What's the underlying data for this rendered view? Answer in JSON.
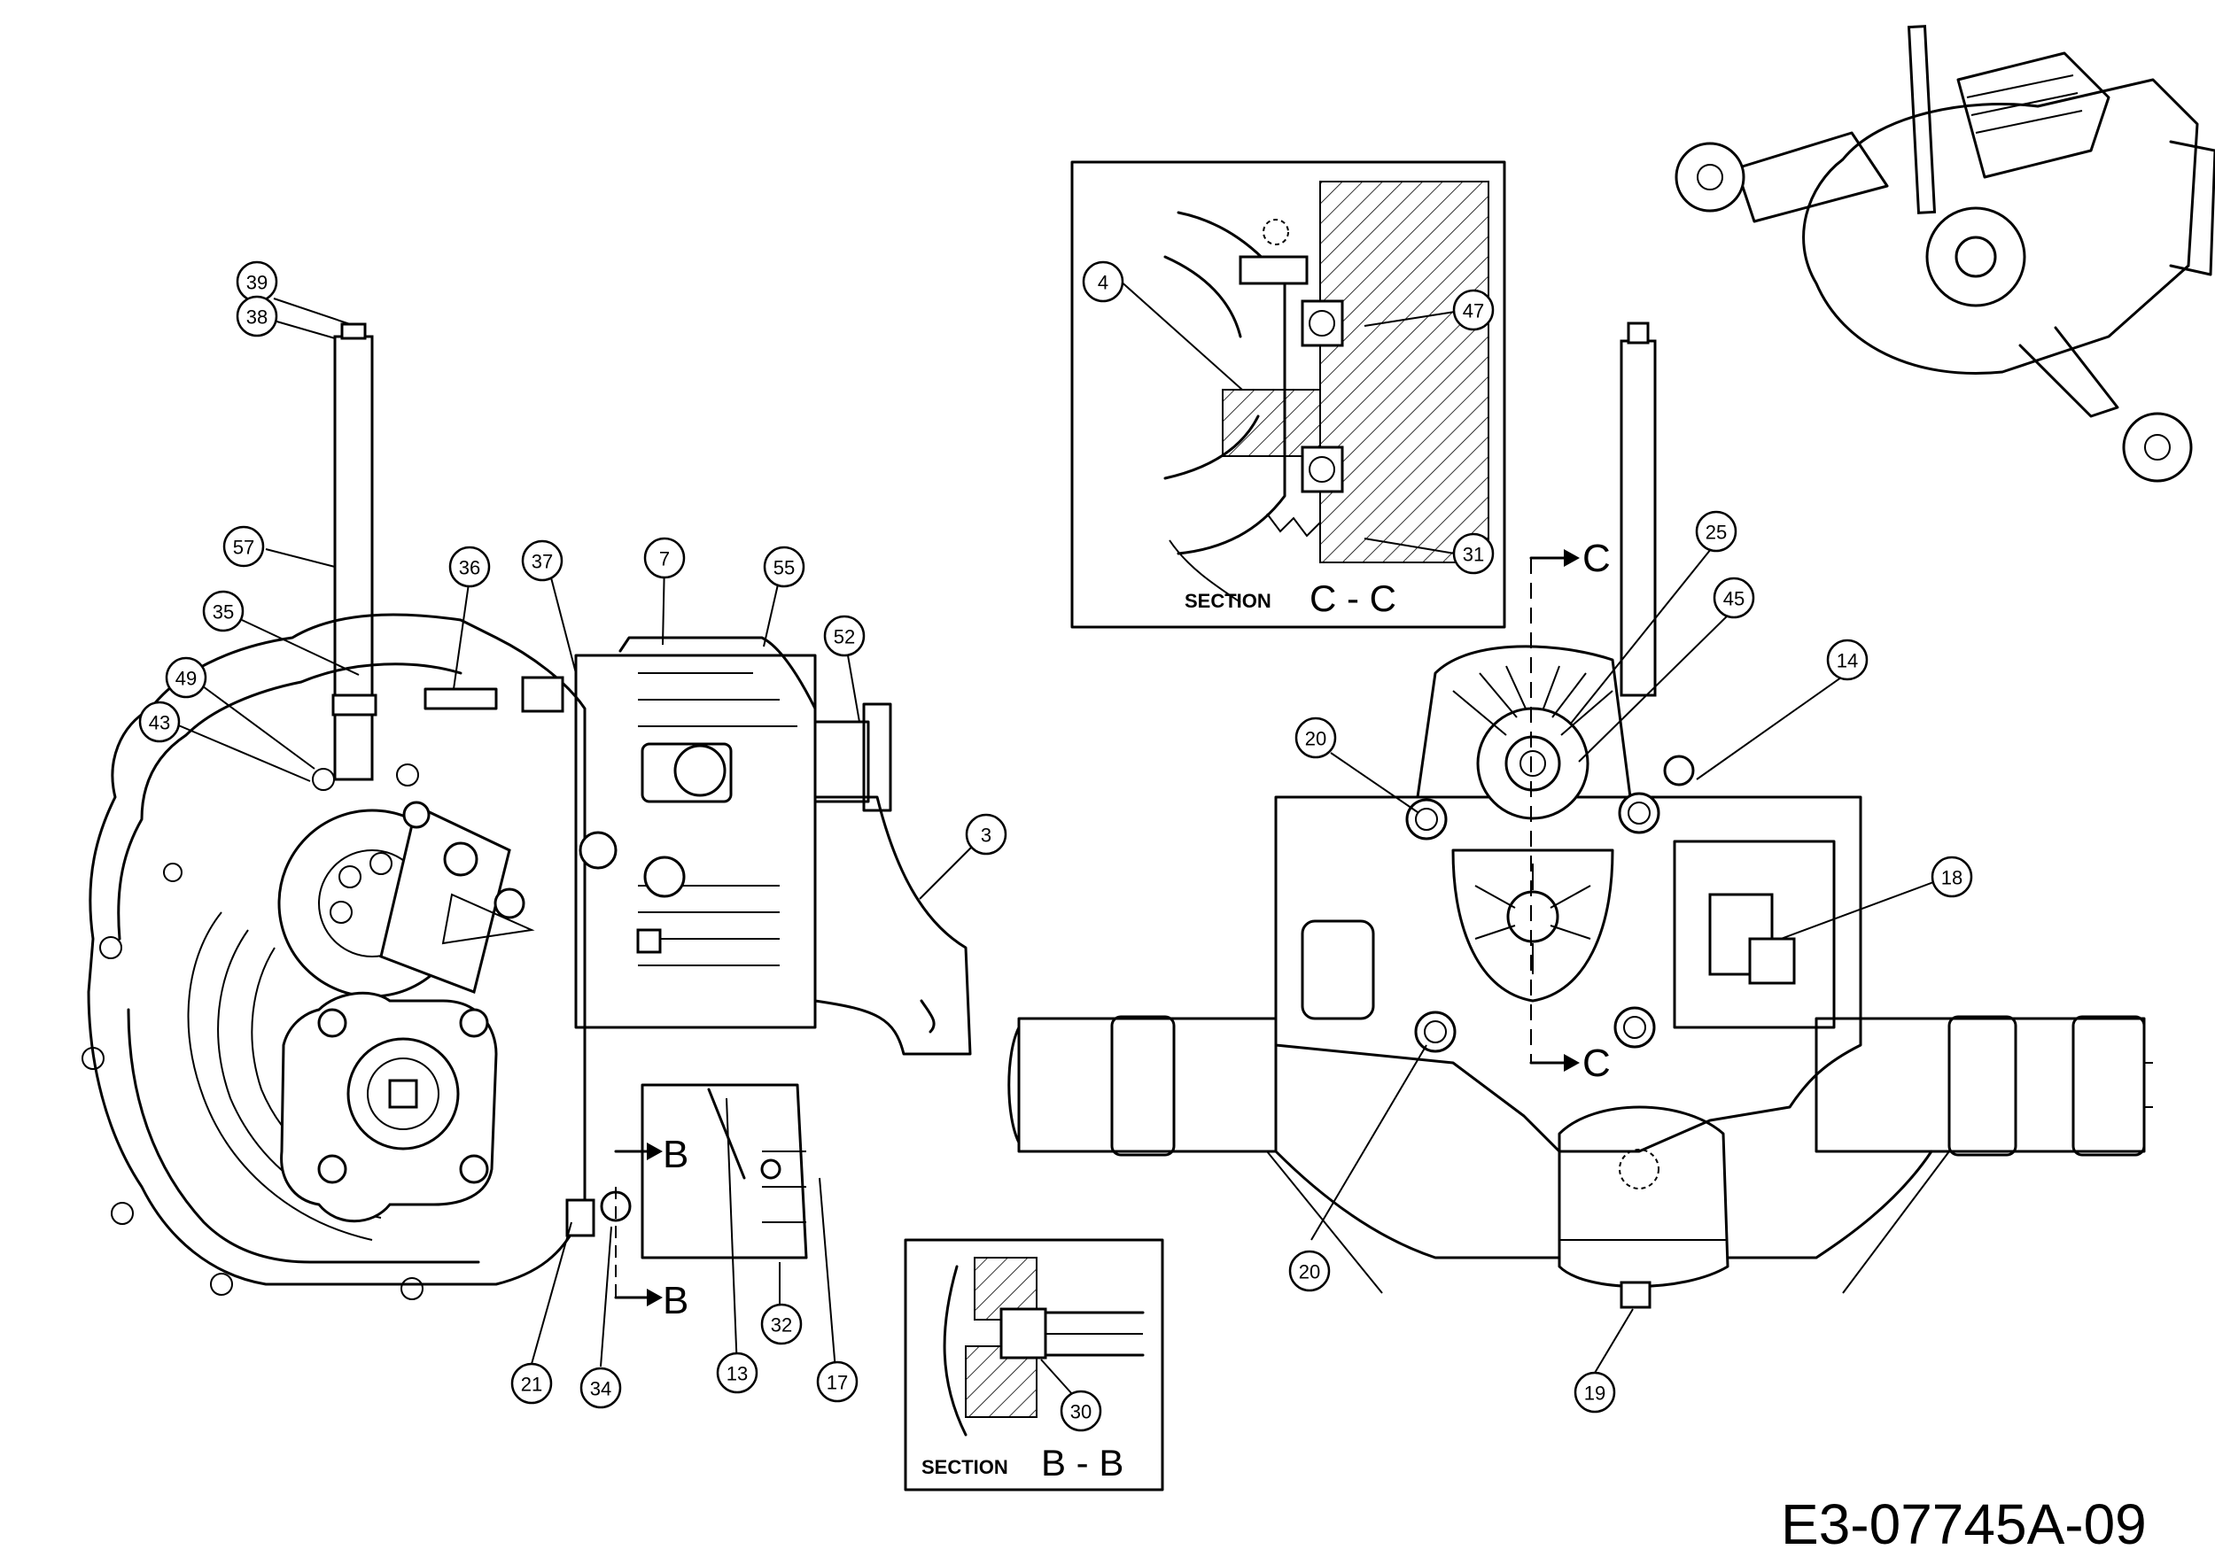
{
  "drawing_number": "E3-07745A-09",
  "section_cc": {
    "word": "SECTION",
    "label": "C - C"
  },
  "section_bb": {
    "word": "SECTION",
    "label": "B - B"
  },
  "cut_markers": {
    "b_top": "B",
    "b_bottom": "B",
    "c_top": "C",
    "c_bottom": "C"
  },
  "callouts": {
    "n39": "39",
    "n38": "38",
    "n57": "57",
    "n35": "35",
    "n49": "49",
    "n43": "43",
    "n36": "36",
    "n37": "37",
    "n7": "7",
    "n55": "55",
    "n52": "52",
    "n3": "3",
    "n21": "21",
    "n34": "34",
    "n13": "13",
    "n32": "32",
    "n17": "17",
    "n4": "4",
    "n47": "47",
    "n31": "31",
    "n30": "30",
    "n25": "25",
    "n45": "45",
    "n14": "14",
    "n20a": "20",
    "n18": "18",
    "n20b": "20",
    "n19": "19"
  }
}
